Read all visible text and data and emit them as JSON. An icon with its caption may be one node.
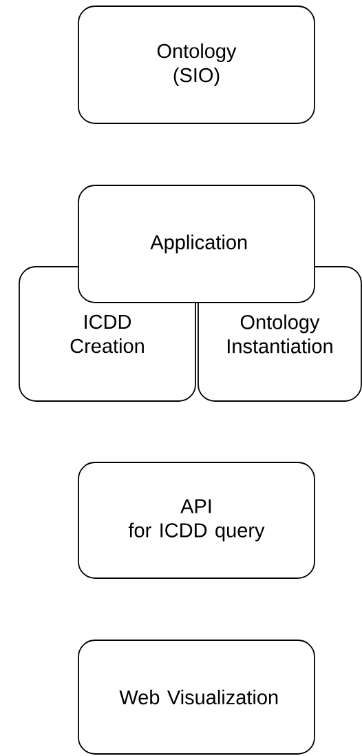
{
  "diagram": {
    "nodes": [
      {
        "text": [
          "Ontology (SIO)"
        ]
      },
      {
        "text": [
          "Application"
        ]
      },
      {
        "text": [
          "ICDD Creation"
        ]
      },
      {
        "text": [
          "Ontology Instantiation"
        ]
      },
      {
        "text": [
          "API for ICDD query"
        ]
      },
      {
        "text": [
          "Web Visualization"
        ]
      }
    ]
  }
}
